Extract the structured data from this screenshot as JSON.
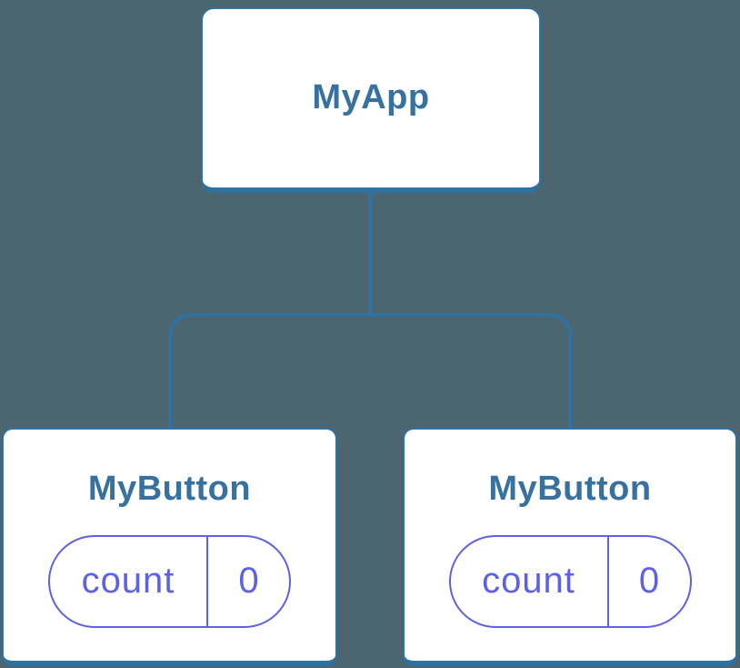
{
  "diagram": {
    "description": "React component tree diagram",
    "colors": {
      "background": "#4c6671",
      "node_fill": "#ffffff",
      "node_border": "#2f72a2",
      "connector": "#2f72a2",
      "title_text": "#36719f",
      "state_accent": "#5c62e2"
    },
    "tree": {
      "root": {
        "label": "MyApp"
      },
      "children": [
        {
          "label": "MyButton",
          "state": {
            "key": "count",
            "value": "0"
          }
        },
        {
          "label": "MyButton",
          "state": {
            "key": "count",
            "value": "0"
          }
        }
      ]
    }
  }
}
